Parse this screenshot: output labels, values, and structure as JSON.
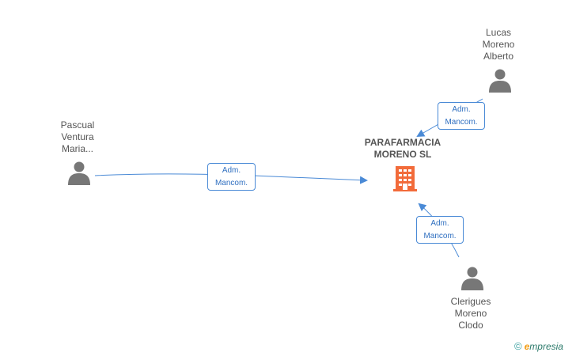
{
  "company": {
    "name_lines": [
      "PARAFARMACIA",
      "MORENO SL"
    ],
    "icon": "building-icon",
    "color": "#f26b3a"
  },
  "people": [
    {
      "id": "pascual",
      "name_lines": [
        "Pascual",
        "Ventura",
        "Maria..."
      ],
      "icon": "person-icon"
    },
    {
      "id": "lucas",
      "name_lines": [
        "Lucas",
        "Moreno",
        "Alberto"
      ],
      "icon": "person-icon"
    },
    {
      "id": "clerigues",
      "name_lines": [
        "Clerigues",
        "Moreno",
        "Clodo"
      ],
      "icon": "person-icon"
    }
  ],
  "relations": [
    {
      "from": "pascual",
      "label_lines": [
        "Adm.",
        "Mancom."
      ]
    },
    {
      "from": "lucas",
      "label_lines": [
        "Adm.",
        "Mancom."
      ]
    },
    {
      "from": "clerigues",
      "label_lines": [
        "Adm.",
        "Mancom."
      ]
    }
  ],
  "colors": {
    "person": "#777777",
    "edge": "#4a8ad6",
    "label_text": "#2f6fc0"
  },
  "brand": {
    "copyright": "©",
    "initial": "e",
    "rest": "mpresia"
  }
}
